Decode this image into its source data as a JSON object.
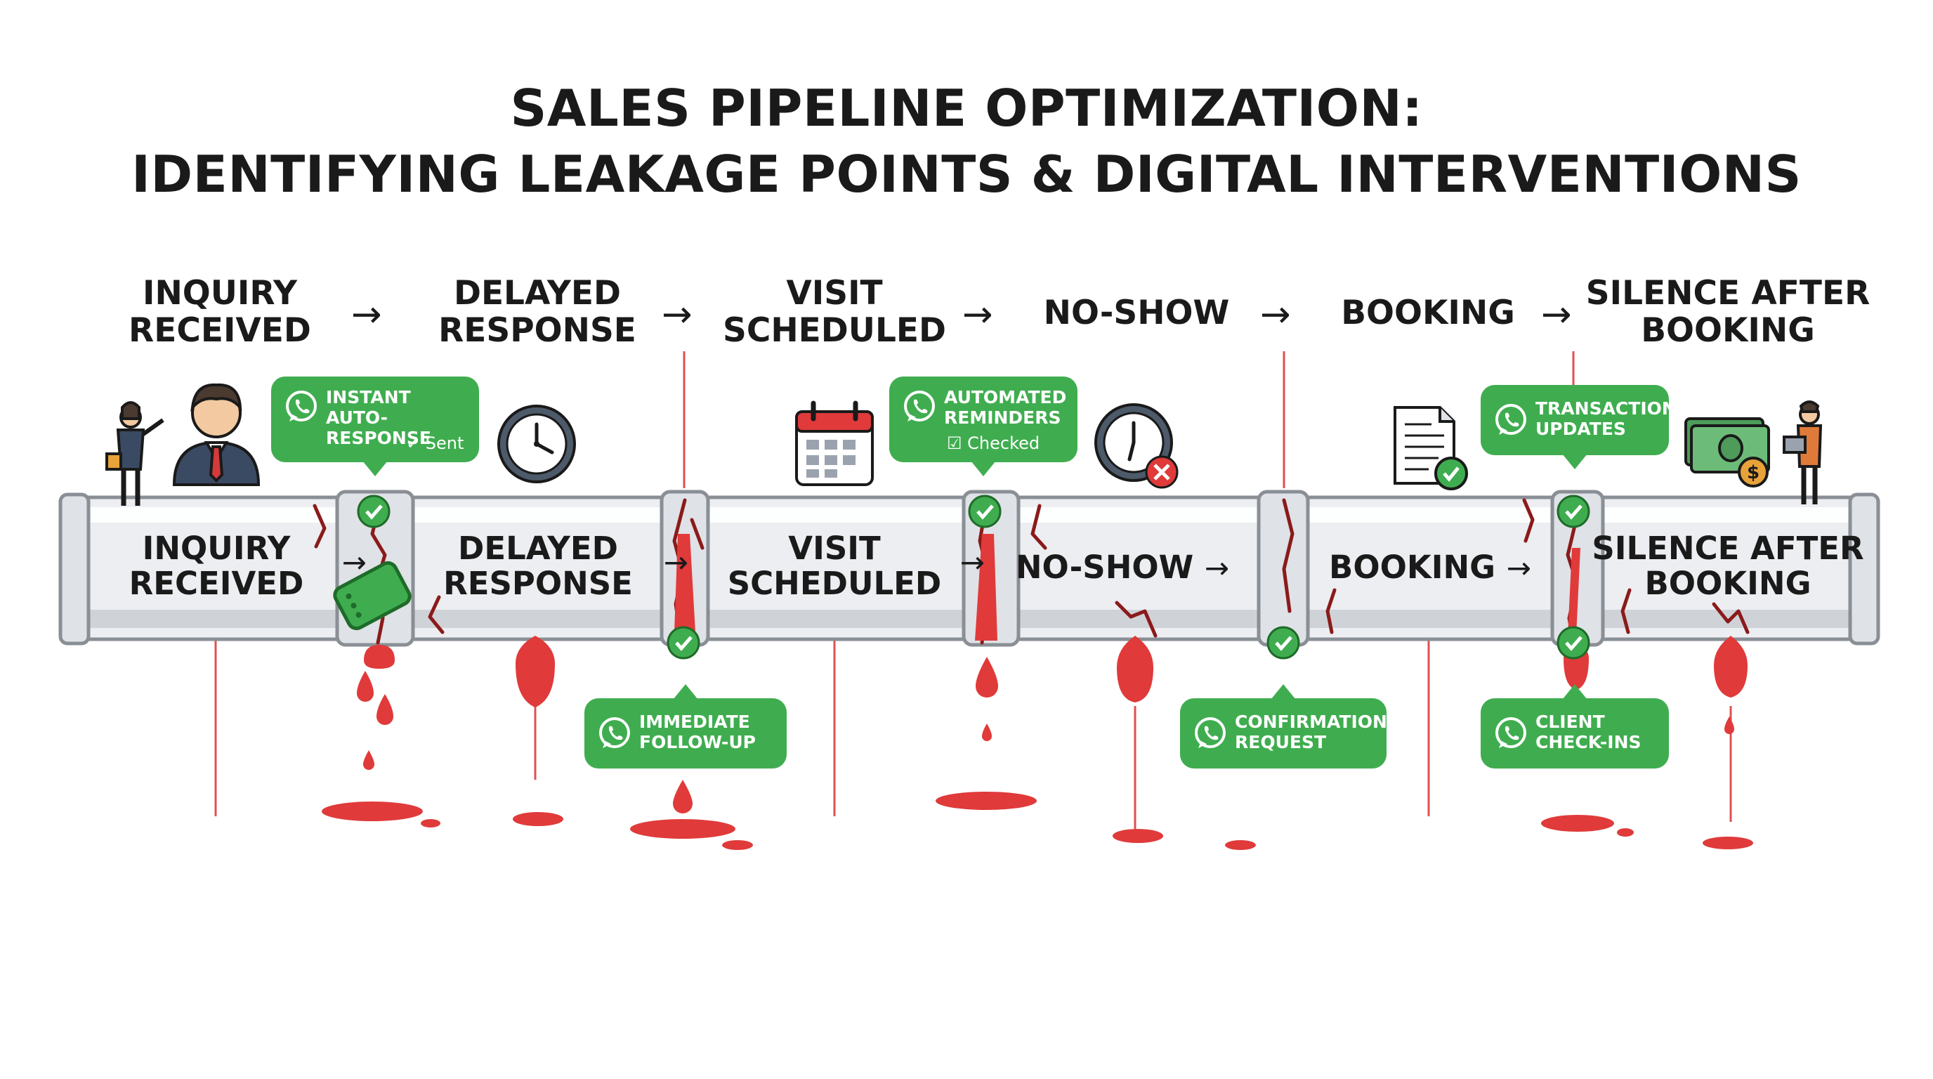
{
  "title": {
    "line1": "SALES PIPELINE OPTIMIZATION:",
    "line2": "IDENTIFYING LEAKAGE POINTS & DIGITAL INTERVENTIONS"
  },
  "arrow_glyph": "→",
  "stages": [
    {
      "header": [
        "INQUIRY",
        "RECEIVED"
      ],
      "pipe_label": [
        "INQUIRY",
        "RECEIVED"
      ]
    },
    {
      "header": [
        "DELAYED",
        "RESPONSE"
      ],
      "pipe_label": [
        "DELAYED",
        "RESPONSE"
      ]
    },
    {
      "header": [
        "VISIT",
        "SCHEDULED"
      ],
      "pipe_label": [
        "VISIT",
        "SCHEDULED"
      ]
    },
    {
      "header": [
        "NO-SHOW"
      ],
      "pipe_label": [
        "NO-SHOW"
      ]
    },
    {
      "header": [
        "BOOKING"
      ],
      "pipe_label": [
        "BOOKING"
      ]
    },
    {
      "header": [
        "SILENCE AFTER",
        "BOOKING"
      ],
      "pipe_label": [
        "SILENCE AFTER",
        "BOOKING"
      ]
    }
  ],
  "interventions": [
    {
      "lines": [
        "INSTANT",
        "AUTO-RESPONSE"
      ],
      "status": "✓ Sent",
      "position": "above"
    },
    {
      "lines": [
        "IMMEDIATE",
        "FOLLOW-UP"
      ],
      "status": "",
      "position": "below"
    },
    {
      "lines": [
        "AUTOMATED",
        "REMINDERS"
      ],
      "status": "☑ Checked",
      "position": "above"
    },
    {
      "lines": [
        "CONFIRMATION",
        "REQUEST"
      ],
      "status": "",
      "position": "below"
    },
    {
      "lines": [
        "TRANSACTION",
        "UPDATES"
      ],
      "status": "",
      "position": "above"
    },
    {
      "lines": [
        "CLIENT",
        "CHECK-INS"
      ],
      "status": "",
      "position": "below"
    }
  ],
  "icons": [
    "businesswoman-icon",
    "businessman-avatar-icon",
    "clock-icon",
    "calendar-icon",
    "clock-missed-icon",
    "document-check-icon",
    "cash-icon",
    "person-laptop-icon",
    "whatsapp-icon",
    "check-badge-icon",
    "leak-drop-icon"
  ],
  "colors": {
    "intervention_green": "#3fad4f",
    "leak_red": "#e03a3a",
    "crack_dark": "#8b1a1a",
    "pipe_fill": "#eceef1",
    "pipe_outline": "#8a8f96"
  }
}
